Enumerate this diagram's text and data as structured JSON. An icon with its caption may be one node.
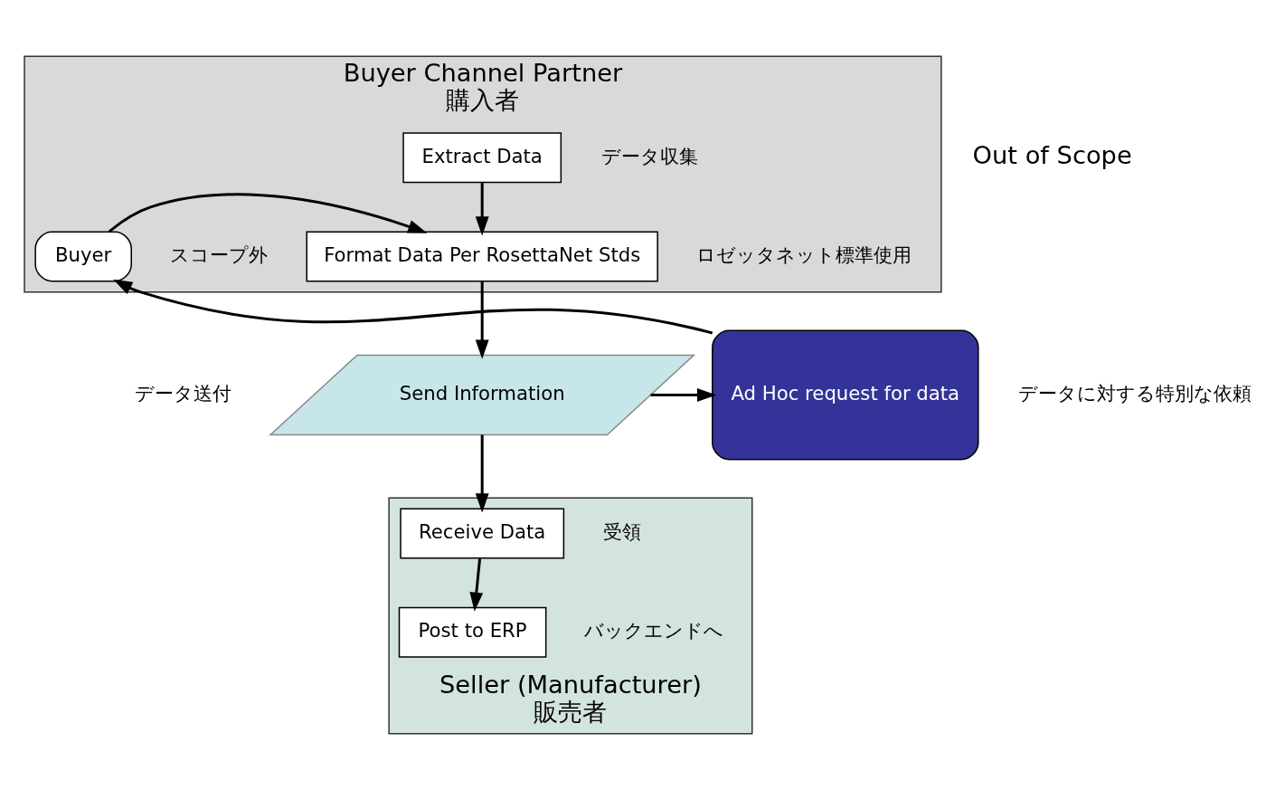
{
  "diagram": {
    "nodes": [
      {
        "text": [
          "Buyer Channel Partner",
          "購入者"
        ]
      },
      {
        "text": [
          "Extract Data"
        ],
        "in": 0,
        "beside": [
          "データ収集"
        ]
      },
      {
        "text": [
          "Format Data Per RosettaNet Stds"
        ],
        "in": 0,
        "beside": [
          "ロゼッタネット標準使用"
        ]
      },
      {
        "text": [
          "Buyer"
        ],
        "in": 0,
        "beside": [
          "スコープ外"
        ]
      },
      {
        "text": [
          "Seller (Manufacturer)",
          "販売者"
        ]
      },
      {
        "text": [
          "Send Information"
        ],
        "beside": [
          "データ送付"
        ]
      },
      {
        "text": [
          "Receive Data"
        ],
        "in": 4,
        "beside": [
          "受領"
        ]
      },
      {
        "text": [
          "Post to ERP"
        ],
        "in": 4,
        "beside": [
          "バックエンドへ"
        ]
      },
      {
        "text": [
          "Ad Hoc request for data"
        ],
        "beside": [
          "データに対する特別な依頼"
        ]
      }
    ],
    "edges": [
      {
        "from": 1,
        "to": 2,
        "arrow": "to"
      },
      {
        "from": 2,
        "to": 5,
        "arrow": "to"
      },
      {
        "from": 5,
        "to": 6,
        "arrow": "to"
      },
      {
        "from": 6,
        "to": 7,
        "arrow": "to"
      },
      {
        "from": 5,
        "to": 8,
        "arrow": "to"
      },
      {
        "from": 8,
        "to": 3,
        "arrow": "to"
      },
      {
        "from": 3,
        "to": 2,
        "arrow": "to"
      }
    ],
    "labels": [
      "Out of Scope"
    ]
  }
}
